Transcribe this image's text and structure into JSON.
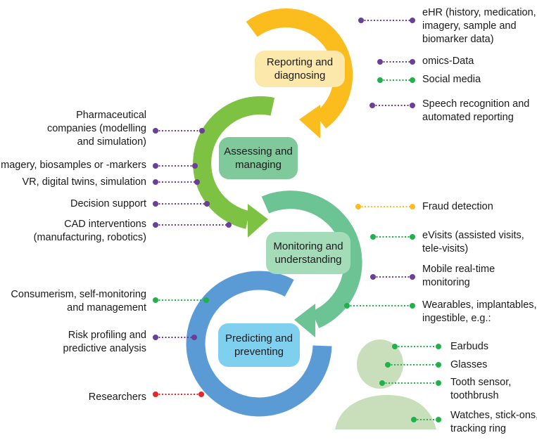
{
  "stages": [
    {
      "lines": [
        "Reporting  and",
        "diagnosing"
      ],
      "ring_color": "#fbbc1d",
      "box_color": "#fbe8aa"
    },
    {
      "lines": [
        "Assessing and",
        "managing"
      ],
      "ring_color": "#7dc242",
      "box_color": "#7fc99a"
    },
    {
      "lines": [
        "Monitoring and",
        "understanding"
      ],
      "ring_color": "#6cc393",
      "box_color": "#a4dcb9"
    },
    {
      "lines": [
        "Predicting and",
        "preventing"
      ],
      "ring_color": "#5b9bd5",
      "box_color": "#7fd0ef"
    }
  ],
  "labels": {
    "ehr": [
      "eHR (history, medication,",
      "imagery, sample and",
      "biomarker data)"
    ],
    "omics": [
      "omics-Data"
    ],
    "social": [
      "Social media"
    ],
    "speech": [
      "Speech recognition and",
      "automated reporting"
    ],
    "pharma": [
      "Pharmaceutical",
      "companies (modelling",
      "and simulation)"
    ],
    "imagery": [
      "Imagery, biosamples or -markers"
    ],
    "vr": [
      "VR, digital twins, simulation"
    ],
    "decision": [
      "Decision support"
    ],
    "cad": [
      "CAD interventions",
      "(manufacturing, robotics)"
    ],
    "fraud": [
      "Fraud detection"
    ],
    "evisits": [
      "eVisits (assisted visits,",
      "tele-visits)"
    ],
    "mobile": [
      "Mobile real-time",
      "monitoring"
    ],
    "wearables": [
      "Wearables, implantables,",
      "ingestible, e.g.:"
    ],
    "consumerism": [
      "Consumerism, self-monitoring",
      "and management"
    ],
    "risk": [
      "Risk profiling and",
      "predictive analysis"
    ],
    "researchers": [
      "Researchers"
    ],
    "earbuds": [
      "Earbuds"
    ],
    "glasses": [
      "Glasses"
    ],
    "tooth": [
      "Tooth sensor,",
      "toothbrush"
    ],
    "watches": [
      "Watches, stick-ons,",
      "tracking ring"
    ]
  },
  "colors": {
    "purple": "#6b3e98",
    "green": "#1fb24b",
    "yellow": "#fbbc1d",
    "red": "#e5262b",
    "person": "#c9dfbb"
  }
}
